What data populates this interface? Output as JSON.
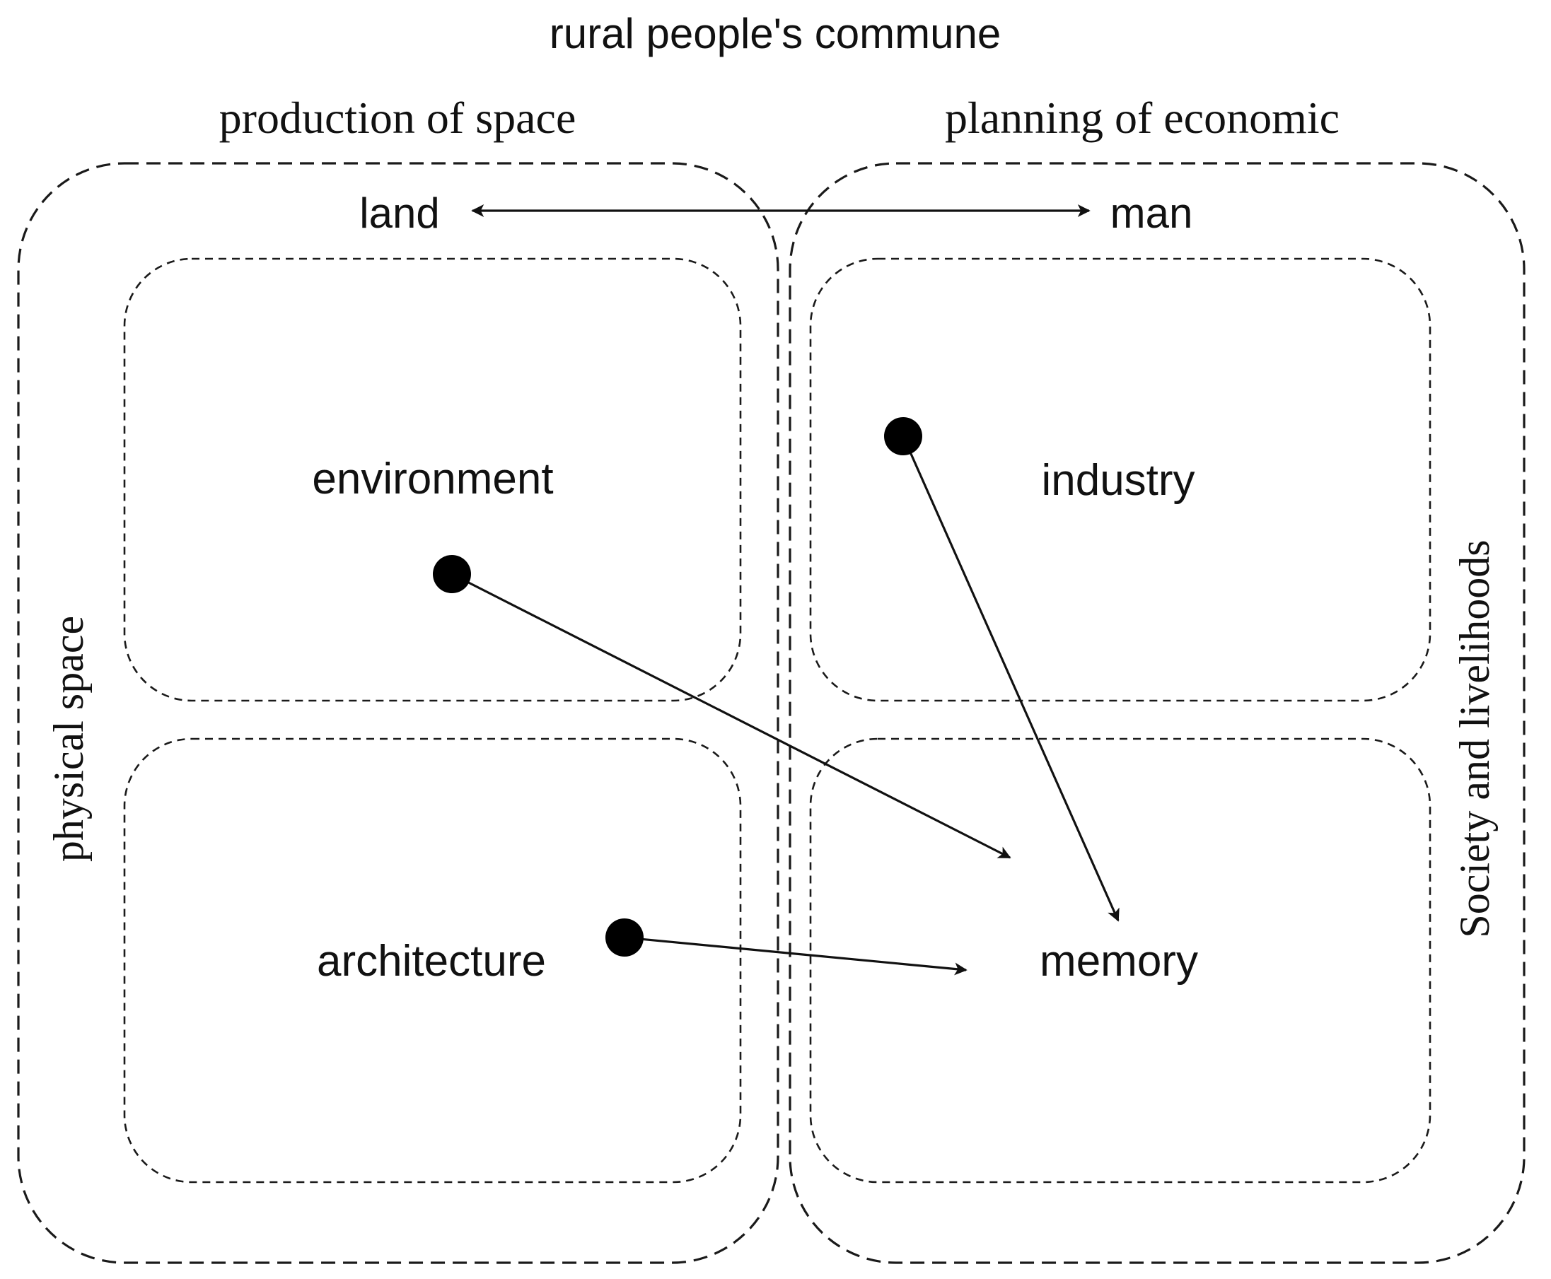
{
  "diagram": {
    "title": "rural people's commune",
    "left_group": {
      "heading": "production of space",
      "side_label": "physical space",
      "top_term": "land",
      "boxes": [
        "environment",
        "architecture"
      ]
    },
    "right_group": {
      "heading": "planning of economic",
      "side_label": "Society and livelihoods",
      "top_term": "man",
      "boxes": [
        "industry",
        "memory"
      ]
    },
    "relations": [
      {
        "from": "land",
        "to": "man",
        "type": "bidirectional"
      },
      {
        "from": "environment",
        "to": "memory",
        "type": "directed"
      },
      {
        "from": "industry",
        "to": "memory",
        "type": "directed"
      },
      {
        "from": "architecture",
        "to": "memory",
        "type": "directed"
      }
    ],
    "colors": {
      "stroke": "#111111",
      "node": "#000000",
      "background": "#ffffff"
    }
  }
}
